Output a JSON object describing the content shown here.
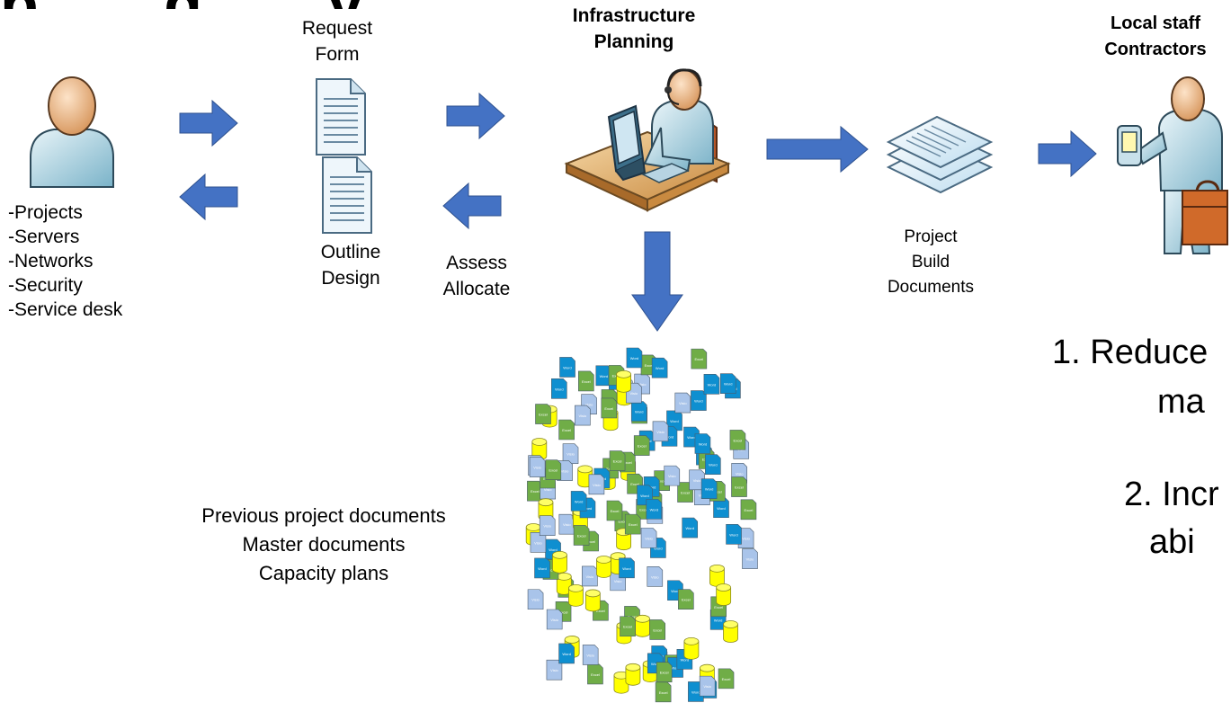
{
  "colors": {
    "arrow": "#4472c4",
    "excel": "#70ad47",
    "word": "#0e8fd0",
    "visio": "#a9c4ea",
    "db": "#ffff00"
  },
  "title_fragment": "p  g  y",
  "requester": {
    "icon": "person-icon",
    "items": [
      "-Projects",
      "-Servers",
      "-Networks",
      "-Security",
      "-Service desk"
    ]
  },
  "request_form": {
    "icon": "document-icon",
    "lines": [
      "Request",
      "Form"
    ]
  },
  "outline_design": {
    "icon": "document-icon",
    "lines": [
      "Outline",
      "Design"
    ]
  },
  "assess": {
    "lines": [
      "Assess",
      "Allocate"
    ]
  },
  "infrastructure_planning": {
    "icon": "planner-at-desk-icon",
    "lines": [
      "Infrastructure",
      "Planning"
    ]
  },
  "build_documents": {
    "icon": "document-stack-icon",
    "lines": [
      "Project",
      "Build",
      "Documents"
    ]
  },
  "local_staff": {
    "icon": "technician-icon",
    "lines": [
      "Local staff",
      "Contractors"
    ]
  },
  "archive": {
    "icon": "document-pile-icon",
    "lines": [
      "Previous project documents",
      "Master documents",
      "Capacity plans"
    ],
    "file_labels": [
      "Excel",
      "Word",
      "Visio"
    ]
  },
  "benefits": [
    "1. Reduce",
    "ma",
    "2. Incr",
    "abi"
  ]
}
